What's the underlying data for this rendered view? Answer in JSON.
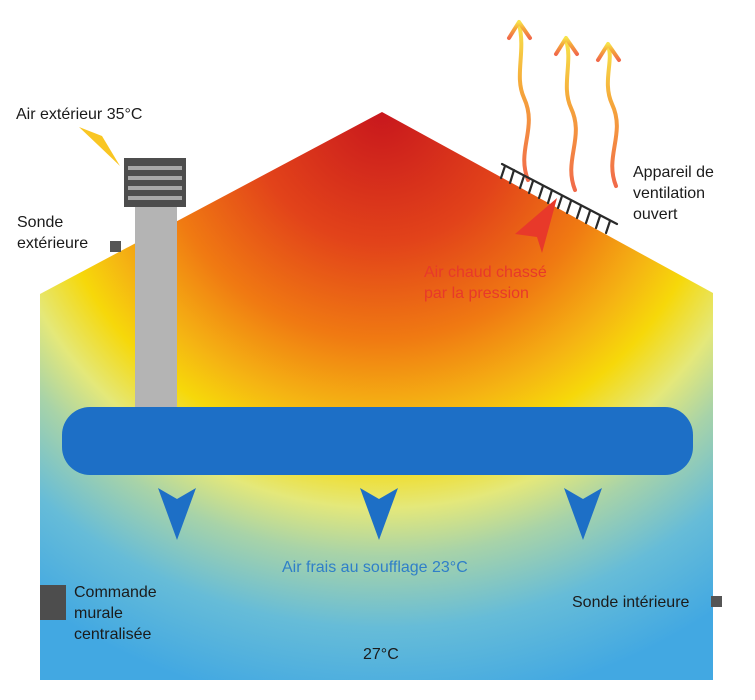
{
  "labels": {
    "outdoor_air": "Air extérieur 35°C",
    "outdoor_probe": [
      "Sonde",
      "extérieure"
    ],
    "vent_device": [
      "Appareil de",
      "ventilation",
      "ouvert"
    ],
    "hot_air": [
      "Air chaud chassé",
      "par la pression"
    ],
    "cool_air": "Air frais au soufflage 23°C",
    "wall_control": [
      "Commande",
      "murale",
      "centralisée"
    ],
    "indoor_probe": "Sonde intérieure",
    "indoor_temp": "27°C"
  },
  "colors": {
    "roof_top": "#c8171d",
    "mid_orange": "#f07a12",
    "yellow": "#f6d80a",
    "cool_green": "#a8d3a8",
    "floor_blue": "#42a8e2",
    "duct": "#1d6fc6",
    "pipe": "#b4b4b4",
    "text_red": "#e8392a",
    "text_blue": "#2f7fc8"
  },
  "icons": {
    "sun_ray": "sun-ray-icon",
    "vent_unit": "outdoor-unit-icon",
    "louvre": "louvre-vent-icon",
    "heat_wave": "heat-wave-arrow-icon",
    "airflow_arrow": "airflow-down-arrow-icon",
    "probe": "sensor-square-icon"
  }
}
